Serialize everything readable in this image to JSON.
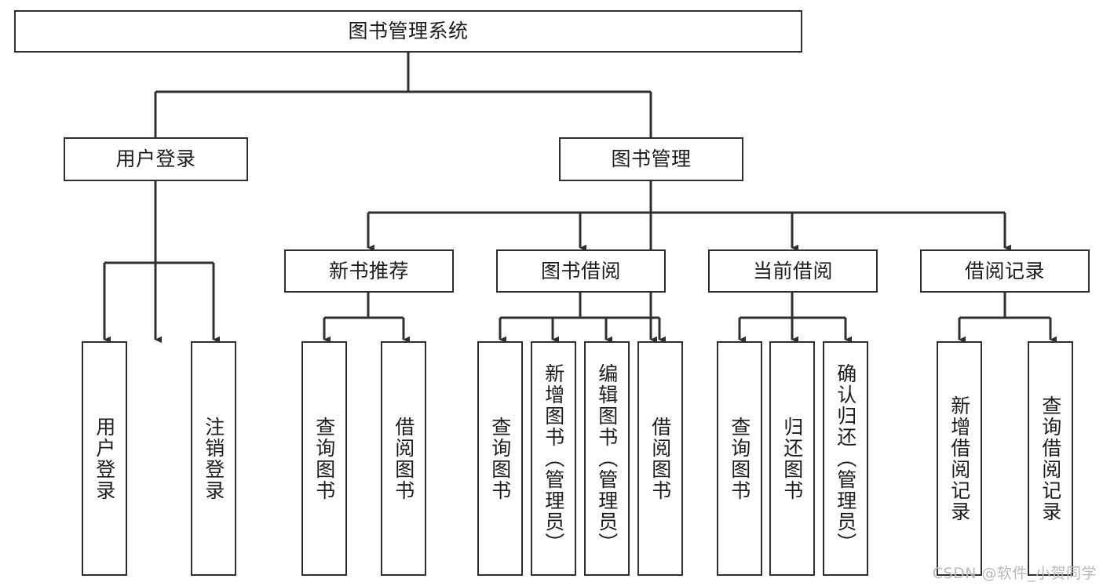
{
  "diagram": {
    "title": "图书管理系统",
    "type": "functional-structure-tree",
    "watermark": "CSDN @软件_小贺同学",
    "colors": {
      "stroke": "#2f2f2f",
      "fill": "#ffffff",
      "text": "#1c1c1c",
      "watermark": "#b9b9b9"
    },
    "levels": {
      "root": {
        "label": "图书管理系统"
      },
      "level1": [
        {
          "label": "用户登录"
        },
        {
          "label": "图书管理"
        }
      ],
      "level2": [
        {
          "label": "新书推荐"
        },
        {
          "label": "图书借阅"
        },
        {
          "label": "当前借阅"
        },
        {
          "label": "借阅记录"
        }
      ],
      "leaves": {
        "user_login": [
          {
            "label": "用户登录"
          },
          {
            "label": "注销登录"
          }
        ],
        "new_book_recommend": [
          {
            "label": "查询图书"
          },
          {
            "label": "借阅图书"
          }
        ],
        "book_borrow": [
          {
            "label": "查询图书"
          },
          {
            "label": "新增图书（管理员）"
          },
          {
            "label": "编辑图书（管理员）"
          },
          {
            "label": "借阅图书"
          }
        ],
        "current_borrow": [
          {
            "label": "查询图书"
          },
          {
            "label": "归还图书"
          },
          {
            "label": "确认归还（管理员）"
          }
        ],
        "borrow_record": [
          {
            "label": "新增借阅记录"
          },
          {
            "label": "查询借阅记录"
          }
        ]
      }
    }
  }
}
